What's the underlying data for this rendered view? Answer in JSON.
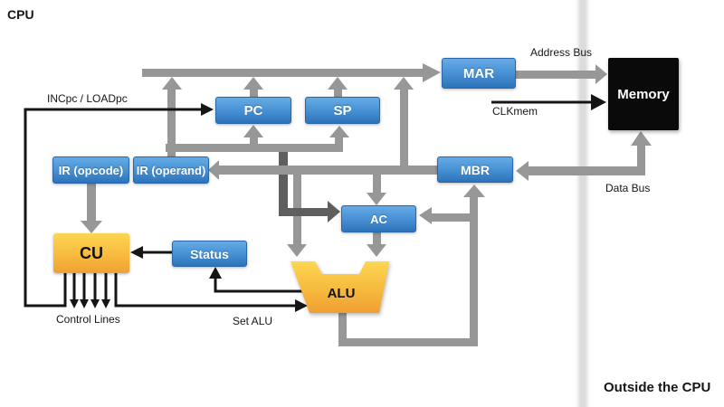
{
  "title": "CPU",
  "outside_label": "Outside the CPU",
  "components": {
    "pc": "PC",
    "sp": "SP",
    "mar": "MAR",
    "mbr": "MBR",
    "ir_opcode": "IR (opcode)",
    "ir_operand": "IR (operand)",
    "ac": "AC",
    "status": "Status",
    "cu": "CU",
    "alu": "ALU",
    "memory": "Memory"
  },
  "signals": {
    "incpc_loadpc": "INCpc /  LOADpc",
    "address_bus": "Address Bus",
    "clkmem": "CLKmem",
    "data_bus": "Data Bus",
    "control_lines": "Control Lines",
    "set_alu": "Set ALU"
  },
  "colors": {
    "register_blue_top": "#67abe4",
    "register_blue_bottom": "#2e73ba",
    "unit_orange_top": "#fdd650",
    "unit_orange_bottom": "#f0a134",
    "bus_gray": "#979797",
    "bus_dark_gray": "#5f5f5f",
    "signal_black": "#151515",
    "memory_black": "#0a0a0a",
    "divider_gray": "#dcdcdc"
  }
}
